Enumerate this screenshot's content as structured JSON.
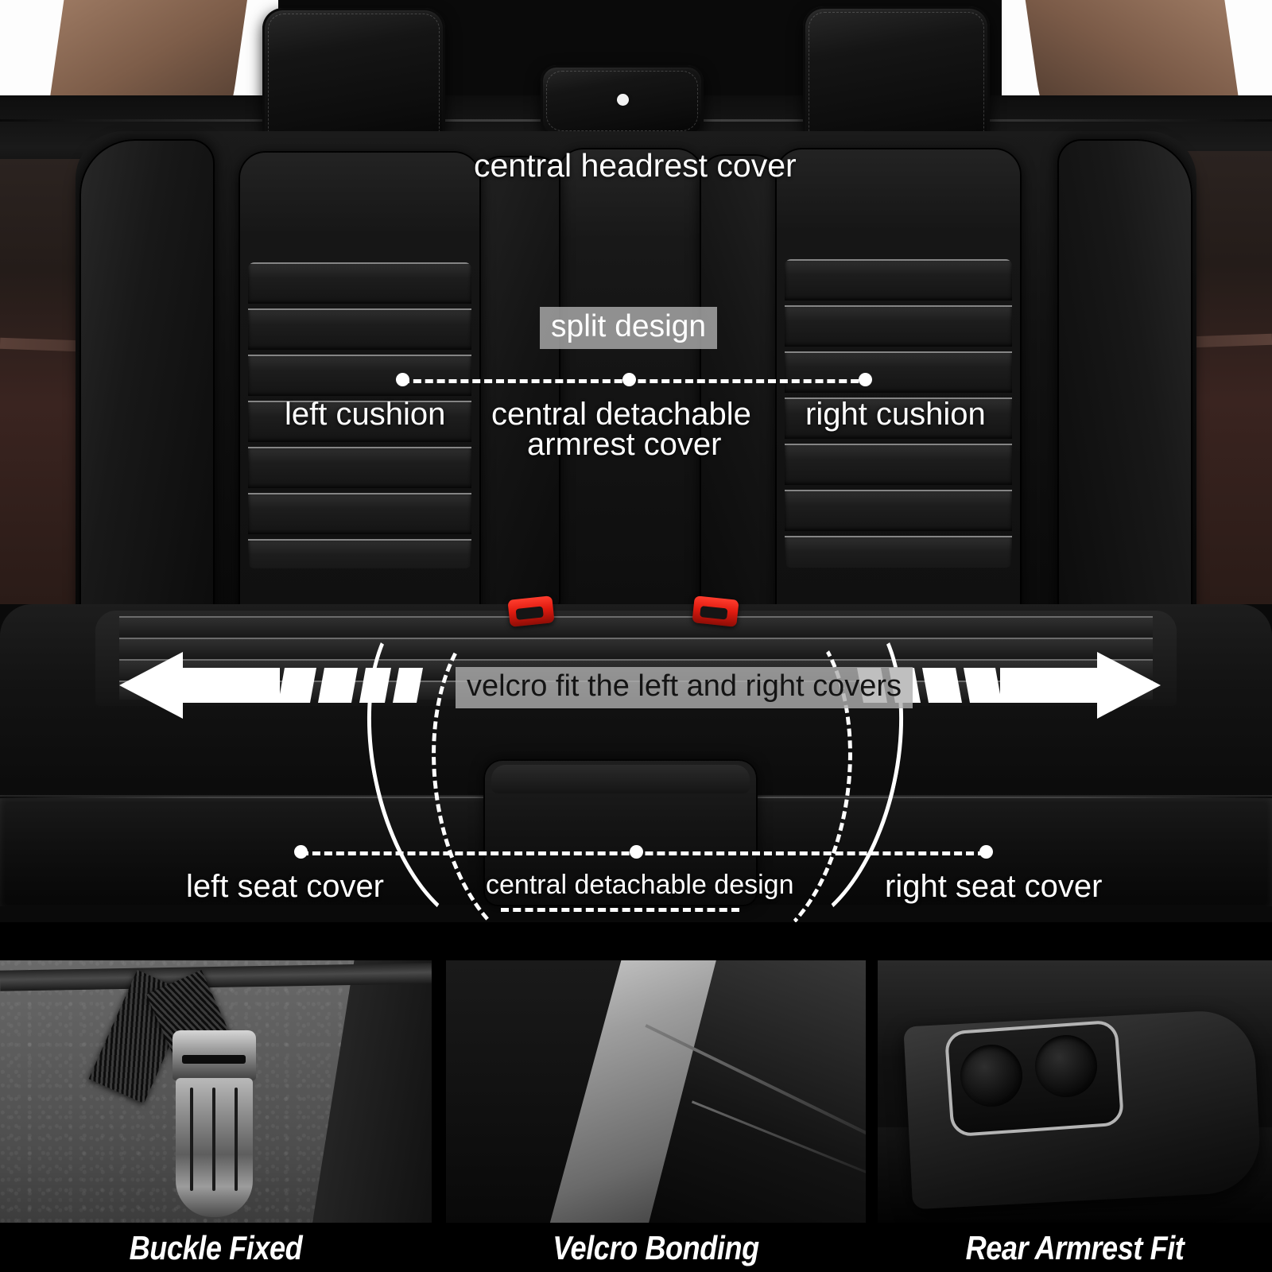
{
  "hero": {
    "annotations": [
      {
        "id": "central-headrest-cover",
        "label": "central headrest cover"
      },
      {
        "id": "split-design",
        "label": "split design"
      },
      {
        "id": "left-cushion",
        "label": "left cushion"
      },
      {
        "id": "central-detachable-armrest-cover-line1",
        "label": "central detachable"
      },
      {
        "id": "central-detachable-armrest-cover-line2",
        "label": "armrest cover"
      },
      {
        "id": "right-cushion",
        "label": "right cushion"
      },
      {
        "id": "velcro-fit",
        "label": "velcro fit the left and right covers"
      },
      {
        "id": "left-seat-cover",
        "label": "left seat cover"
      },
      {
        "id": "central-detachable-design",
        "label": "central detachable design"
      },
      {
        "id": "right-seat-cover",
        "label": "right seat cover"
      }
    ],
    "labels": {
      "central_headrest_cover": "central headrest cover",
      "split_design": "split design",
      "left_cushion": "left cushion",
      "central_armrest_line1": "central detachable",
      "central_armrest_line2": "armrest cover",
      "right_cushion": "right cushion",
      "velcro_fit": "velcro fit the left and right covers",
      "left_seat_cover": "left seat cover",
      "central_detachable_design": "central detachable design",
      "right_seat_cover": "right seat cover"
    },
    "arrows": {
      "left_arrow_icon": "arrow-left-dashed",
      "right_arrow_icon": "arrow-right-dashed"
    },
    "colors": {
      "annotation_text": "#ffffff",
      "tag_background": "#afafaf",
      "tag_dark_text": "#141414",
      "buckle_red": "#e01b10",
      "dashed_line": "#ffffff"
    }
  },
  "panels": [
    {
      "caption": "Buckle Fixed",
      "subject_icon": "metal-buckle-clip-icon"
    },
    {
      "caption": "Velcro Bonding",
      "subject_icon": "velcro-fabric-icon"
    },
    {
      "caption": "Rear Armrest Fit",
      "subject_icon": "armrest-cupholder-icon"
    }
  ]
}
